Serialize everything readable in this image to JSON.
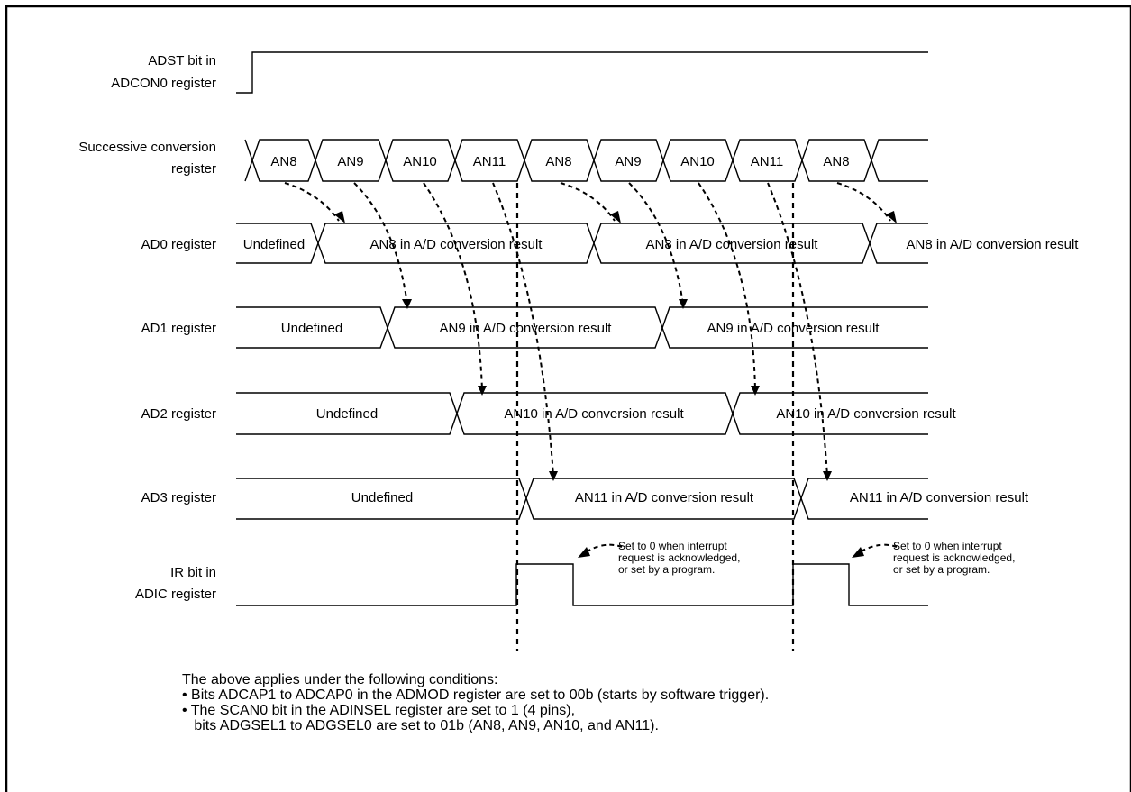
{
  "signals": {
    "adst": [
      "ADST bit in",
      "ADCON0 register"
    ],
    "successive": [
      "Successive conversion",
      "register"
    ],
    "ad0": "AD0 register",
    "ad1": "AD1 register",
    "ad2": "AD2 register",
    "ad3": "AD3 register",
    "ir": [
      "IR bit in",
      "ADIC register"
    ]
  },
  "successive_cells": [
    "AN8",
    "AN9",
    "AN10",
    "AN11",
    "AN8",
    "AN9",
    "AN10",
    "AN11",
    "AN8"
  ],
  "ad0_cells": [
    "Undefined",
    "AN8 in A/D conversion result",
    "AN8 in A/D conversion result",
    "AN8 in A/D conversion result"
  ],
  "ad1_cells": [
    "Undefined",
    "AN9 in A/D conversion result",
    "AN9 in A/D conversion result"
  ],
  "ad2_cells": [
    "Undefined",
    "AN10 in A/D conversion result",
    "AN10 in A/D conversion result"
  ],
  "ad3_cells": [
    "Undefined",
    "AN11 in A/D conversion result",
    "AN11 in A/D conversion result"
  ],
  "ir_note": [
    "Set to 0 when interrupt",
    "request is acknowledged,",
    "or set by a program."
  ],
  "conditions": {
    "intro": "The above applies under the following conditions:",
    "item1": "• Bits ADCAP1 to ADCAP0 in the ADMOD register are set to 00b (starts by software trigger).",
    "item2a": "• The SCAN0 bit in the ADINSEL register are set to 1 (4 pins),",
    "item2b": "   bits ADGSEL1 to ADGSEL0 are set to 01b (AN8, AN9, AN10, and AN11)."
  }
}
